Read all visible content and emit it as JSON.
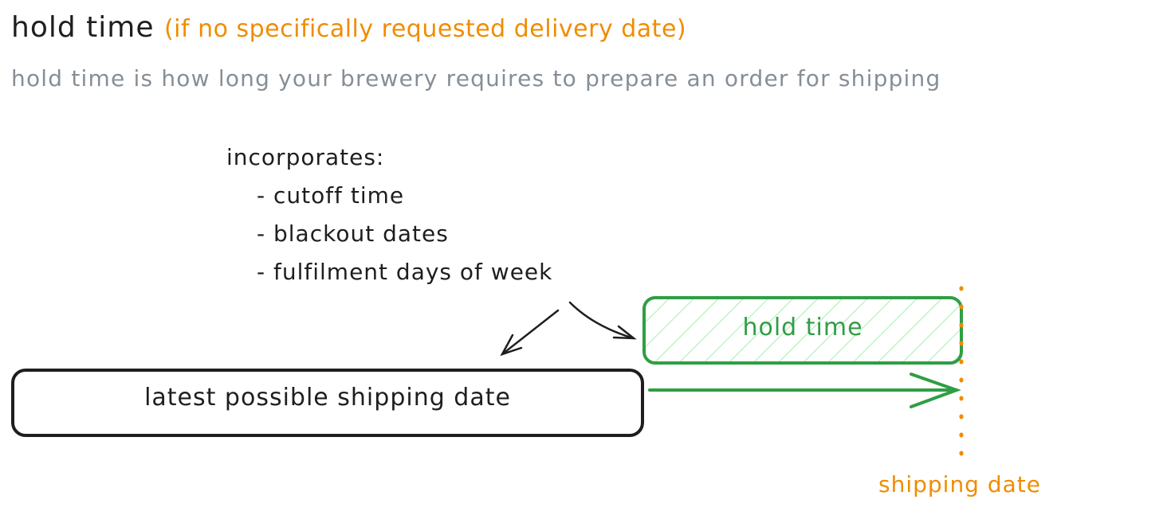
{
  "title": {
    "main": "hold time",
    "note": "(if no specifically requested delivery date)"
  },
  "subtitle": "hold time is how long your brewery requires to prepare an order for shipping",
  "incorporates": {
    "heading": "incorporates:",
    "items": [
      "- cutoff time",
      "- blackout dates",
      "- fulfilment days of week"
    ]
  },
  "boxes": {
    "latest": "latest possible shipping date",
    "hold": "hold time"
  },
  "marker": {
    "label": "shipping date"
  },
  "colors": {
    "ink": "#1e1e1e",
    "green": "#2f9e44",
    "hatch": "#b2f2bb",
    "orange": "#f08c00",
    "grey": "#868e96"
  }
}
